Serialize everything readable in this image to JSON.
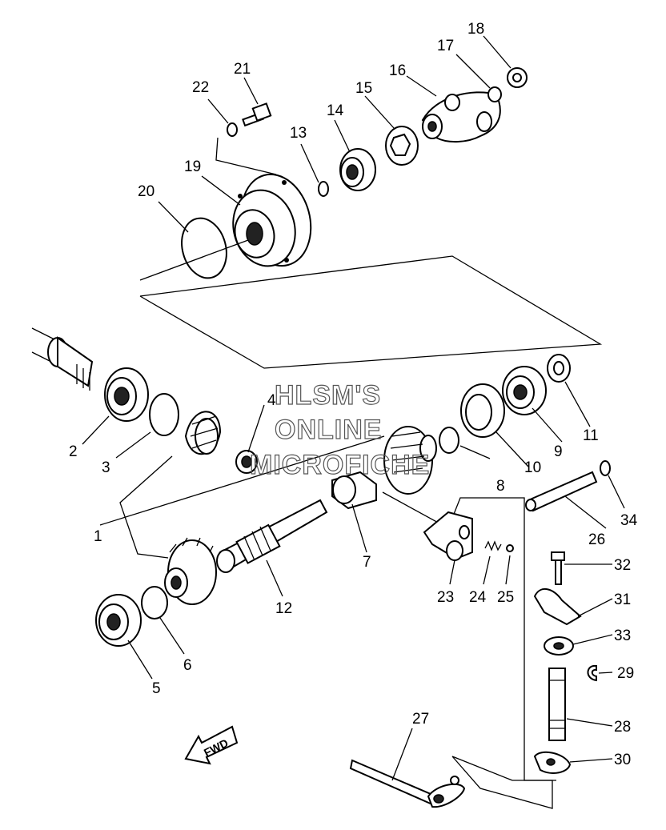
{
  "watermark": {
    "line1": "HLSM'S",
    "line2": "ONLINE",
    "line3": "MICROFICHE"
  },
  "direction_label": "FWD",
  "callouts": [
    {
      "id": "1",
      "label": "1"
    },
    {
      "id": "2",
      "label": "2"
    },
    {
      "id": "3",
      "label": "3"
    },
    {
      "id": "4",
      "label": "4"
    },
    {
      "id": "5",
      "label": "5"
    },
    {
      "id": "6",
      "label": "6"
    },
    {
      "id": "7",
      "label": "7"
    },
    {
      "id": "8",
      "label": "8"
    },
    {
      "id": "9",
      "label": "9"
    },
    {
      "id": "10",
      "label": "10"
    },
    {
      "id": "11",
      "label": "11"
    },
    {
      "id": "12",
      "label": "12"
    },
    {
      "id": "13",
      "label": "13"
    },
    {
      "id": "14",
      "label": "14"
    },
    {
      "id": "15",
      "label": "15"
    },
    {
      "id": "16",
      "label": "16"
    },
    {
      "id": "17",
      "label": "17"
    },
    {
      "id": "18",
      "label": "18"
    },
    {
      "id": "19",
      "label": "19"
    },
    {
      "id": "20",
      "label": "20"
    },
    {
      "id": "21",
      "label": "21"
    },
    {
      "id": "22",
      "label": "22"
    },
    {
      "id": "23",
      "label": "23"
    },
    {
      "id": "24",
      "label": "24"
    },
    {
      "id": "25",
      "label": "25"
    },
    {
      "id": "26",
      "label": "26"
    },
    {
      "id": "27",
      "label": "27"
    },
    {
      "id": "28",
      "label": "28"
    },
    {
      "id": "29",
      "label": "29"
    },
    {
      "id": "30",
      "label": "30"
    },
    {
      "id": "31",
      "label": "31"
    },
    {
      "id": "32",
      "label": "32"
    },
    {
      "id": "33",
      "label": "33"
    },
    {
      "id": "34",
      "label": "34"
    }
  ]
}
